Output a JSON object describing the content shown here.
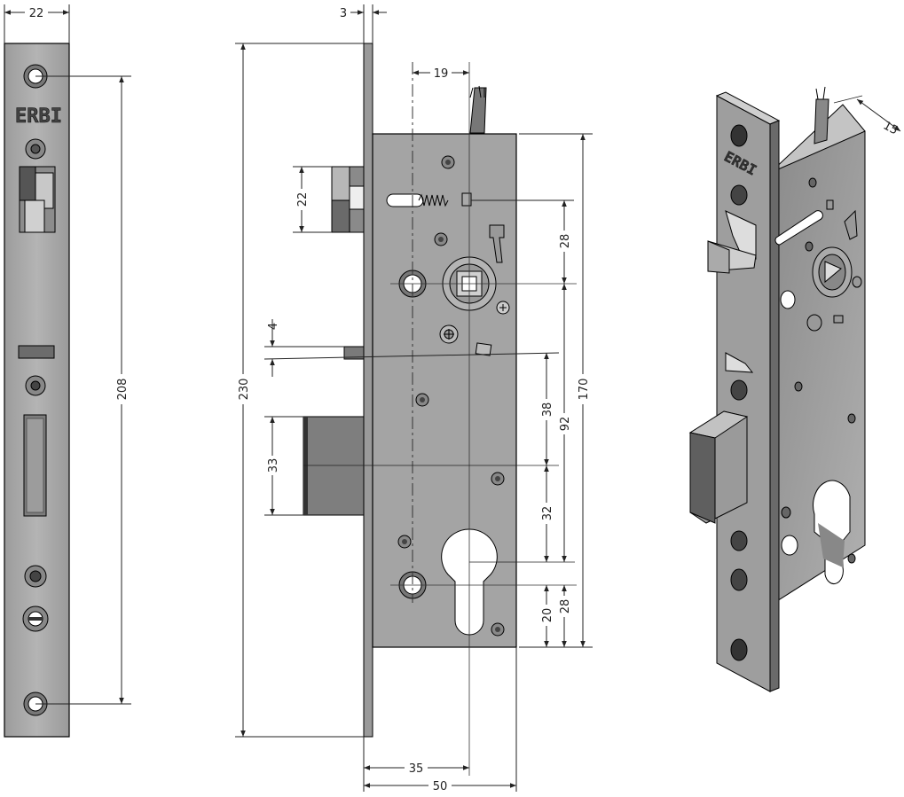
{
  "brand": "ERBI",
  "dimensions": {
    "faceplate_width": "22",
    "faceplate_thickness": "3",
    "backset_cylinder_offset": "19",
    "latch_height": "22",
    "total_height": "230",
    "hole_spacing": "208",
    "case_height": "170",
    "follower_to_top_screw": "28",
    "pin_height": "4",
    "distance_38": "38",
    "distance_92": "92",
    "bolt_height": "33",
    "distance_32": "32",
    "distance_28_lower": "28",
    "distance_20": "20",
    "backset": "35",
    "case_depth": "50",
    "wire_offset": "15"
  },
  "colors": {
    "metal": "#a8a8a8",
    "metal_dark": "#5a5a5a",
    "line": "#000000",
    "dim_line": "#222222"
  }
}
